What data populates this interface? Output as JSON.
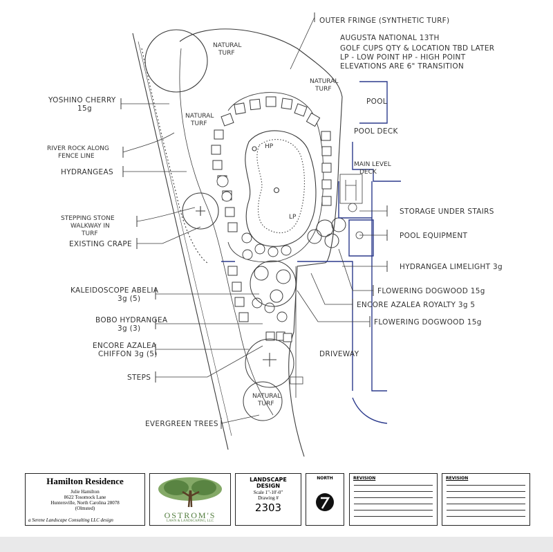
{
  "labels": {
    "outer_fringe": "OUTER FRINGE (SYNTHETIC TURF)",
    "augusta": "AUGUSTA NATIONAL 13TH",
    "golf_cups": "GOLF CUPS QTY & LOCATION TBD LATER",
    "lp_hp": "LP - LOW POINT  HP - HIGH POINT",
    "elevations": "ELEVATIONS ARE 6\" TRANSITION",
    "natural_turf": "NATURAL TURF",
    "natural": "NATURAL",
    "turf": "TURF",
    "pool": "POOL",
    "pool_deck": "POOL DECK",
    "main_level": "MAIN LEVEL",
    "deck": "DECK",
    "yoshino_1": "YOSHINO CHERRY",
    "yoshino_2": "15g",
    "river_rock_1": "RIVER ROCK ALONG",
    "river_rock_2": "FENCE LINE",
    "hydrangeas": "HYDRANGEAS",
    "stepping_1": "STEPPING STONE",
    "stepping_2": "WALKWAY IN",
    "stepping_3": "TURF",
    "existing_crape": "EXISTING CRAPE",
    "storage": "STORAGE UNDER STAIRS",
    "pool_equipment": "POOL EQUIPMENT",
    "hydrangea_limelight": "HYDRANGEA LIMELIGHT 3g",
    "flowering_dogwood_1": "FLOWERING DOGWOOD 15g",
    "encore_royalty": "ENCORE AZALEA ROYALTY 3g 5",
    "flowering_dogwood_2": "FLOWERING DOGWOOD 15g",
    "kaleidoscope_1": "KALEIDOSCOPE ABELIA",
    "kaleidoscope_2": "3g (5)",
    "bobo_1": "BOBO HYDRANGEA",
    "bobo_2": "3g (3)",
    "encore_chiffon_1": "ENCORE AZALEA",
    "encore_chiffon_2": "CHIFFON 3g (5)",
    "steps": "STEPS",
    "driveway": "DRIVEWAY",
    "evergreen": "EVERGREEN TREES",
    "hp": "HP",
    "lp": "LP"
  },
  "title_block": {
    "project": "Hamilton Residence",
    "client": "Julie Hamilton",
    "address_1": "8622 Tosomock Lane",
    "address_2": "Huntersville, North Carolina 28078",
    "address_3": "(Olmsted)",
    "designer": "a Serene Landscape Consulting LLC design",
    "logo_name": "OSTROM'S",
    "logo_tagline": "LAWN & LANDSCAPING, LLC",
    "sheet_label_1": "LANDSCAPE",
    "sheet_label_2": "DESIGN",
    "scale": "Scale 1\"-10'-0\"",
    "drawing_label": "Drawing #",
    "drawing_number": "2303",
    "north": "NORTH",
    "revision_1": "REVISION",
    "revision_2": "REVISION"
  },
  "colors": {
    "ink": "#3a3a3a",
    "house_line": "#2b3a8c",
    "logo_green": "#4f7a3a"
  }
}
